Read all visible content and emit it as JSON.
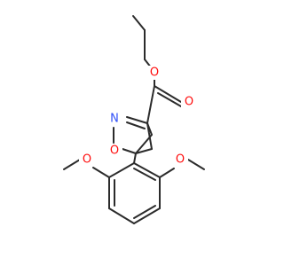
{
  "molecule": {
    "atoms": {
      "o_carbonyl": "O",
      "o_ester": "O",
      "n_ring": "N",
      "o_ring": "O",
      "o_methoxy_left": "O",
      "o_methoxy_right": "O"
    }
  },
  "colors": {
    "bond": "#2b2b2b",
    "oxygen": "#ff0d0d",
    "nitrogen": "#3050f8",
    "background": "#ffffff"
  }
}
